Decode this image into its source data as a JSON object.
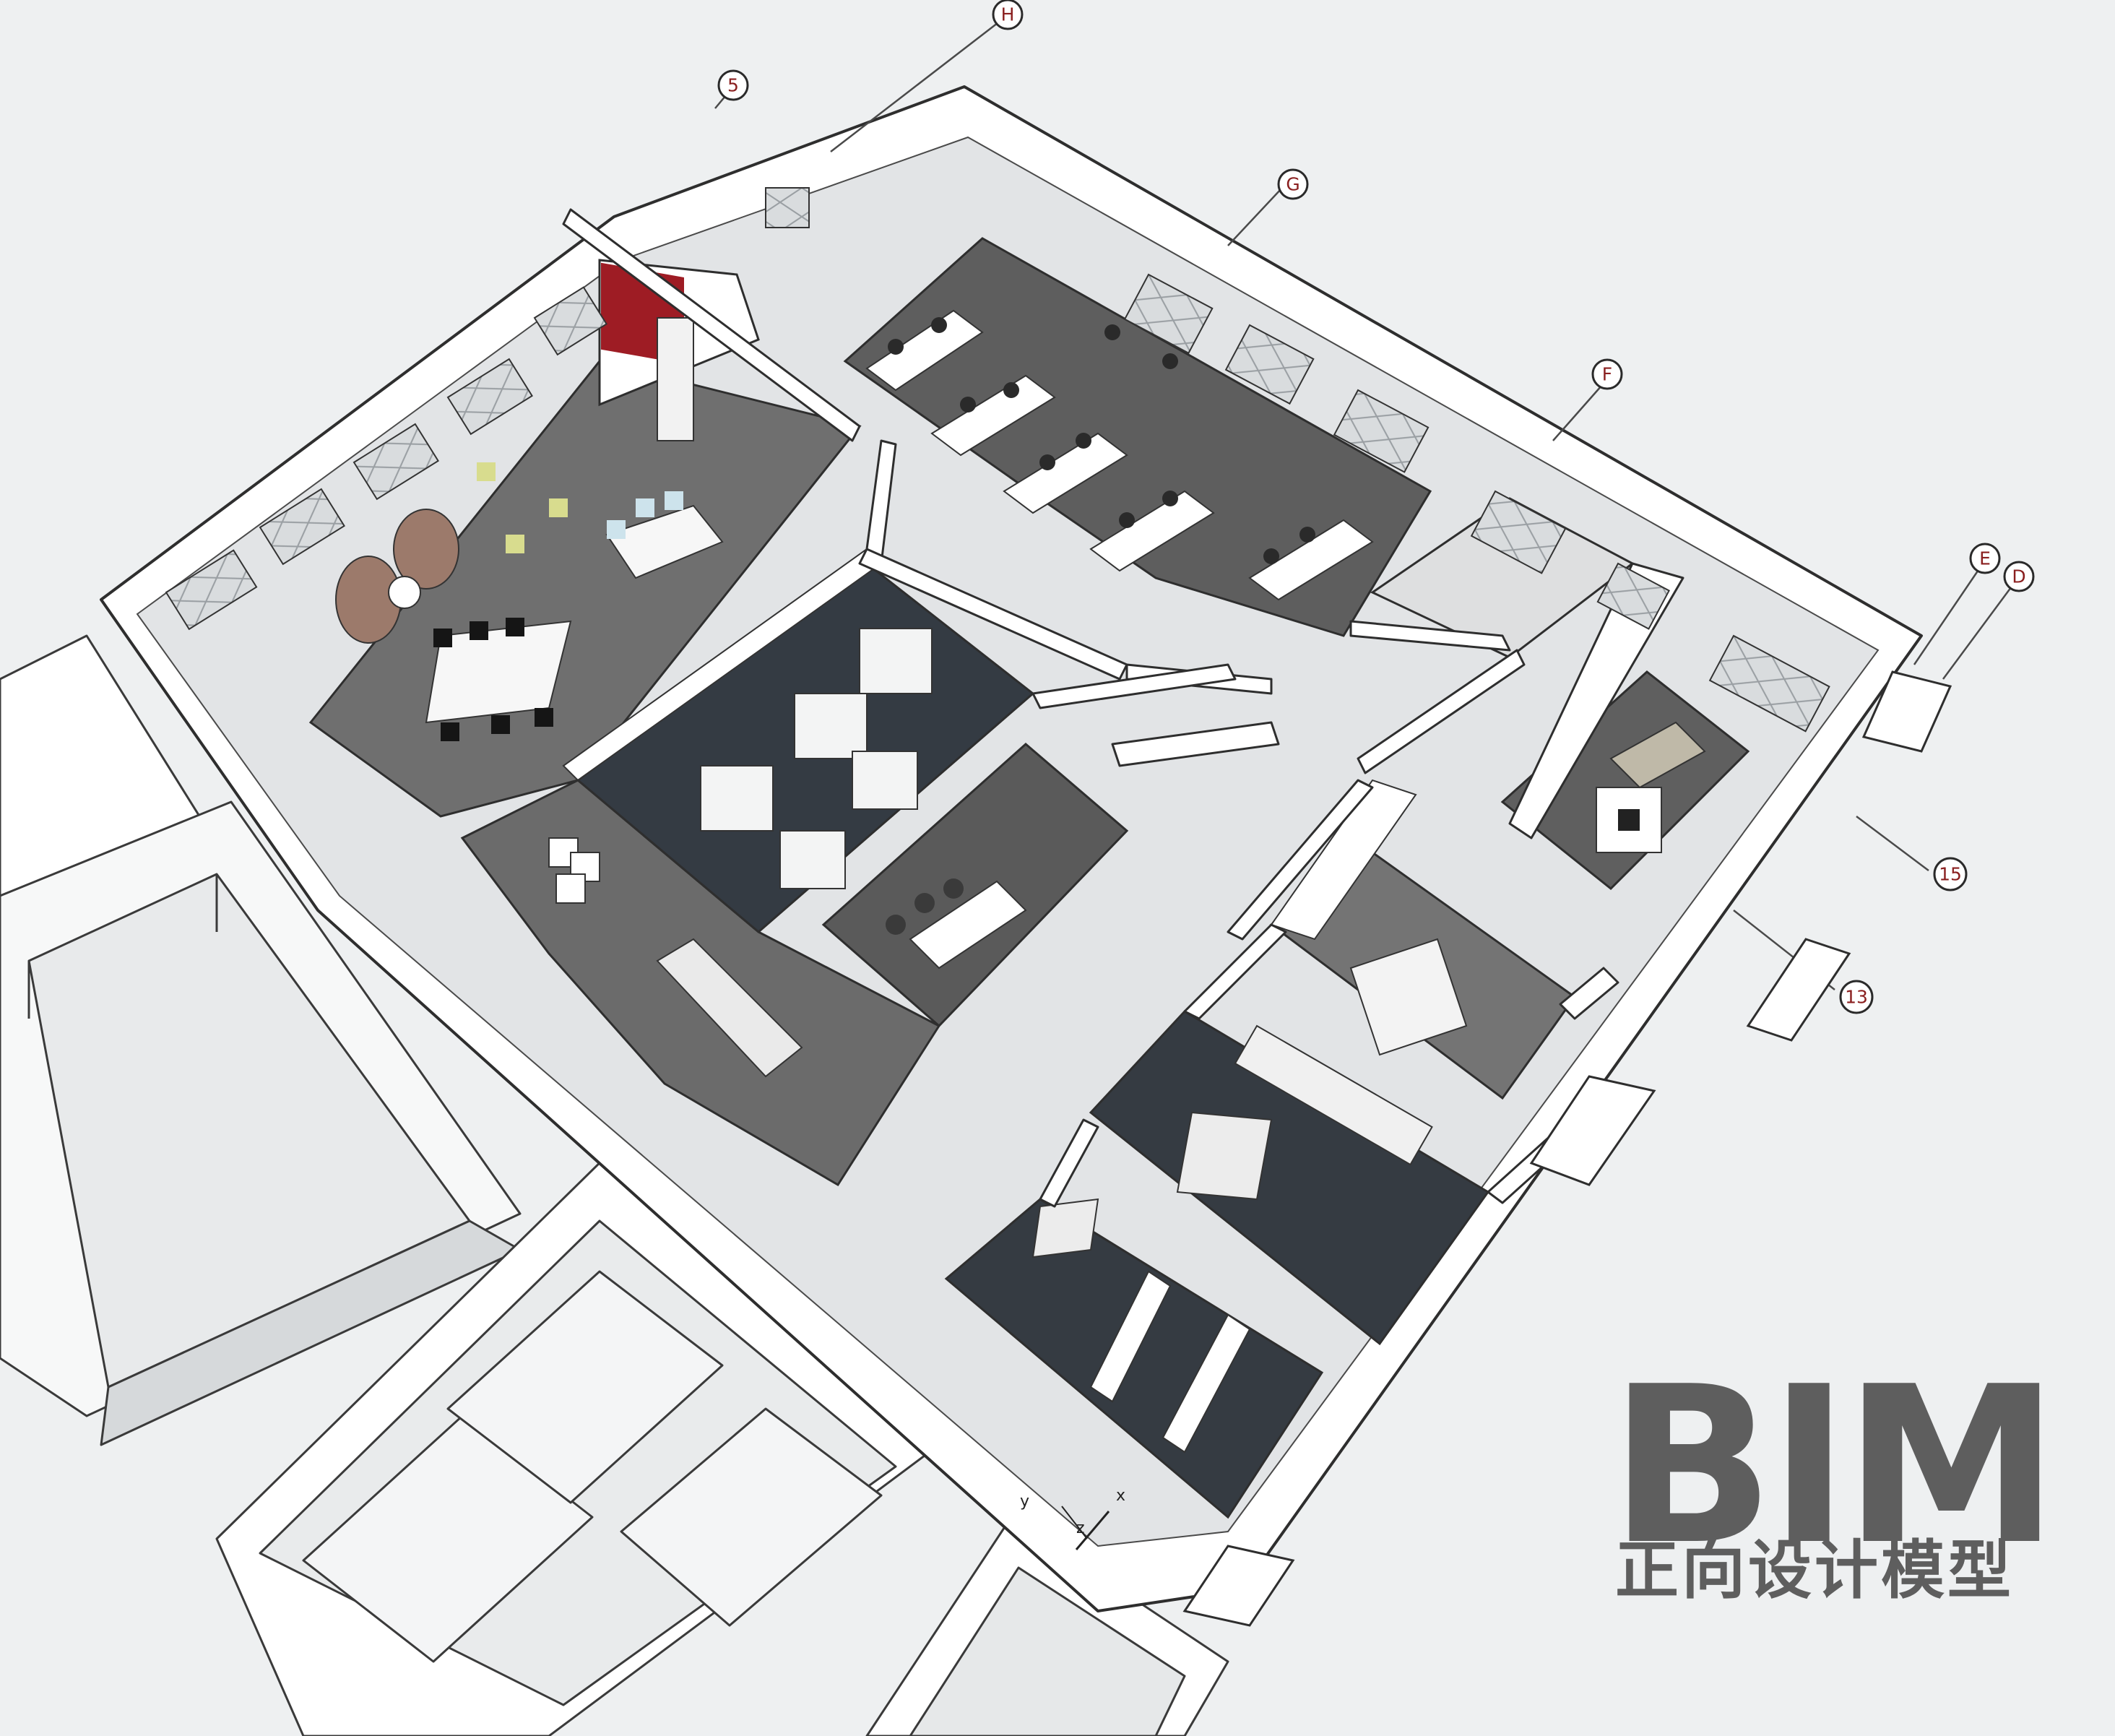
{
  "title": "BIM",
  "subtitle": "正向设计模型",
  "grid_bubbles": [
    "H",
    "5",
    "G",
    "F",
    "E",
    "D",
    "15",
    "13"
  ],
  "axis_labels": [
    "y",
    "x",
    "z"
  ],
  "colors": {
    "background": "#eef0f1",
    "wall": "#ffffff",
    "wall_side": "#dcdfe1",
    "floor_grey": "#6b6b6b",
    "floor_dark": "#353b42",
    "accent_red": "#9e1c24",
    "title_text": "#5e5e5e",
    "bubble_text": "#8a1f1f"
  }
}
